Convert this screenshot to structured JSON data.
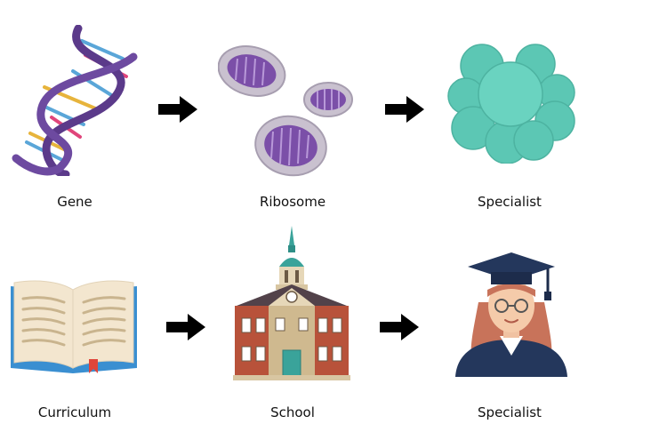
{
  "rows": [
    {
      "items": [
        {
          "label": "Gene",
          "icon": "dna-helix-icon"
        },
        {
          "label": "Ribosome",
          "icon": "mitochondria-icon"
        },
        {
          "label": "Specialist",
          "icon": "cell-cluster-icon"
        }
      ]
    },
    {
      "items": [
        {
          "label": "Curriculum",
          "icon": "open-book-icon"
        },
        {
          "label": "School",
          "icon": "school-building-icon"
        },
        {
          "label": "Specialist",
          "icon": "graduate-icon"
        }
      ]
    }
  ],
  "colors": {
    "arrow": "#000000",
    "dna_strand": "#5b3a8a",
    "organelle": "#7b4fa8",
    "cell": "#5cc7b4",
    "book_cover": "#3a8fd1",
    "brick": "#b8523a",
    "gown": "#24375c"
  }
}
